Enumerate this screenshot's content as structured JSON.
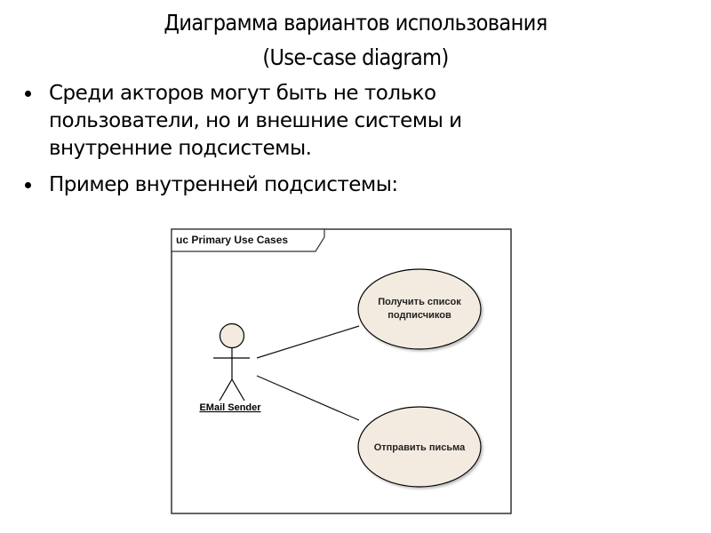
{
  "slide": {
    "title_line1": "Диаграмма вариантов использования",
    "title_line2": "(Use-case diagram)",
    "bullets": [
      "Среди акторов могут быть не только пользователи, но и внешние системы и внутренние подсистемы.",
      "Пример внутренней подсистемы:"
    ]
  },
  "diagram": {
    "frame_label": "uc Primary Use Cases",
    "actor": {
      "name": "EMail Sender"
    },
    "use_cases": [
      {
        "line1": "Получить список",
        "line2": "подписчиков"
      },
      {
        "line1": "Отправить письма"
      }
    ],
    "colors": {
      "fill": "#f3ebe0",
      "stroke": "#000000",
      "frame": "#333333"
    }
  }
}
